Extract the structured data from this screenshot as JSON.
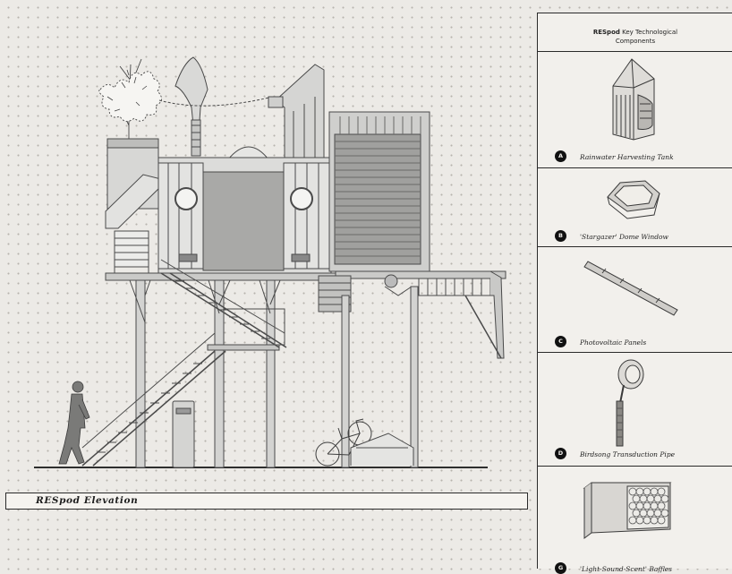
{
  "caption": "RESpod Elevation",
  "key": {
    "title_brand": "RESpod",
    "title_rest_line1": " Key Technological",
    "title_line2": "Components",
    "components": [
      {
        "letter": "A",
        "label": "Rainwater Harvesting Tank",
        "icon": "rainwater-tank-icon"
      },
      {
        "letter": "B",
        "label": "'Stargazer' Dome Window",
        "icon": "dome-window-icon"
      },
      {
        "letter": "C",
        "label": "Photovoltaic Panels",
        "icon": "solar-panel-icon"
      },
      {
        "letter": "D",
        "label": "Birdsong Transduction Pipe",
        "icon": "birdsong-pipe-icon"
      },
      {
        "letter": "G",
        "label": "'Light-Sound-Scent' Baffles",
        "icon": "baffles-icon"
      }
    ]
  }
}
